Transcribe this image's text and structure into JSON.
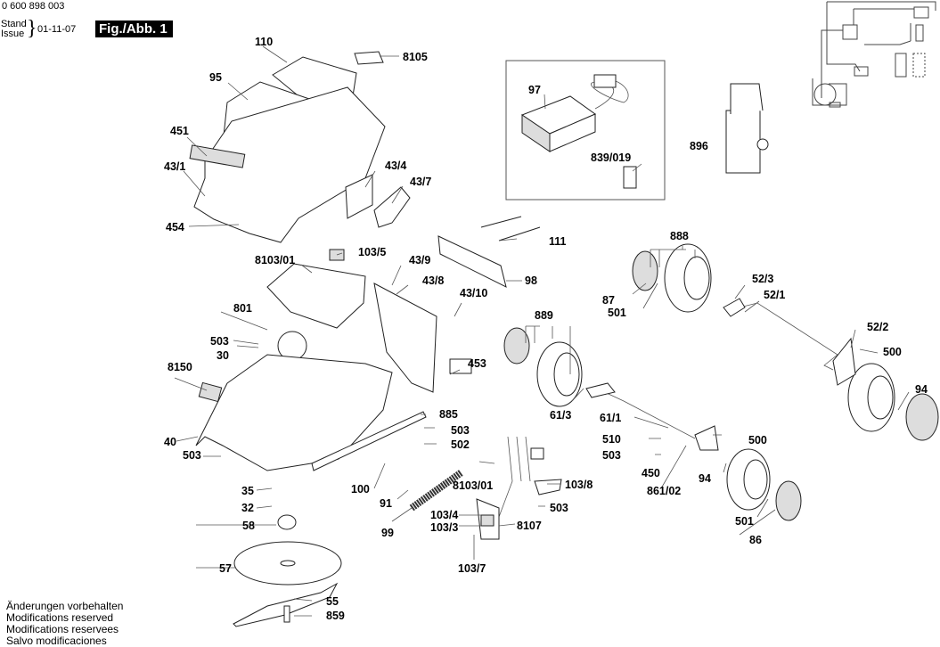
{
  "header": {
    "part_number": "0 600 898 003",
    "stand_label": "Stand",
    "issue_label": "Issue",
    "date": "01-11-07",
    "figure_label": "Fig./Abb. 1"
  },
  "footer": {
    "lines": [
      "Änderungen vorbehalten",
      "Modifications reserved",
      "Modifications reservees",
      "Salvo modificaciones"
    ]
  },
  "callouts": [
    {
      "id": "110"
    },
    {
      "id": "8105"
    },
    {
      "id": "95"
    },
    {
      "id": "451"
    },
    {
      "id": "43/1"
    },
    {
      "id": "43/4"
    },
    {
      "id": "43/7"
    },
    {
      "id": "454"
    },
    {
      "id": "97"
    },
    {
      "id": "839/019"
    },
    {
      "id": "896"
    },
    {
      "id": "111"
    },
    {
      "id": "98"
    },
    {
      "id": "8103/01"
    },
    {
      "id": "103/5"
    },
    {
      "id": "43/9"
    },
    {
      "id": "43/8"
    },
    {
      "id": "43/10"
    },
    {
      "id": "801"
    },
    {
      "id": "503"
    },
    {
      "id": "30"
    },
    {
      "id": "8150"
    },
    {
      "id": "453"
    },
    {
      "id": "888"
    },
    {
      "id": "87"
    },
    {
      "id": "501"
    },
    {
      "id": "52/3"
    },
    {
      "id": "52/1"
    },
    {
      "id": "52/2"
    },
    {
      "id": "500"
    },
    {
      "id": "94"
    },
    {
      "id": "889"
    },
    {
      "id": "61/3"
    },
    {
      "id": "61/1"
    },
    {
      "id": "510"
    },
    {
      "id": "503"
    },
    {
      "id": "450"
    },
    {
      "id": "861/02"
    },
    {
      "id": "500"
    },
    {
      "id": "94"
    },
    {
      "id": "501"
    },
    {
      "id": "86"
    },
    {
      "id": "885"
    },
    {
      "id": "503"
    },
    {
      "id": "502"
    },
    {
      "id": "40"
    },
    {
      "id": "503"
    },
    {
      "id": "35"
    },
    {
      "id": "32"
    },
    {
      "id": "100"
    },
    {
      "id": "91"
    },
    {
      "id": "99"
    },
    {
      "id": "8103/01"
    },
    {
      "id": "103/8"
    },
    {
      "id": "503"
    },
    {
      "id": "103/4"
    },
    {
      "id": "103/3"
    },
    {
      "id": "8107"
    },
    {
      "id": "103/7"
    },
    {
      "id": "58"
    },
    {
      "id": "57"
    },
    {
      "id": "55"
    },
    {
      "id": "859"
    }
  ]
}
